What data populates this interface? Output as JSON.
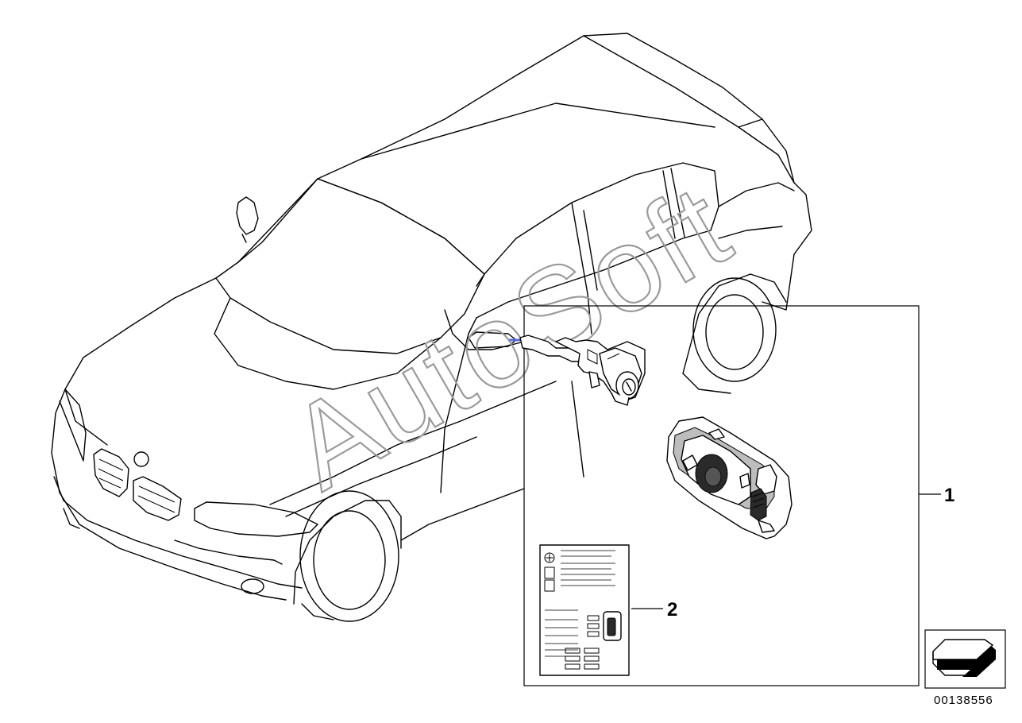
{
  "watermark": {
    "text": "AutoSoft"
  },
  "callouts": [
    {
      "id": "1",
      "label": "1"
    },
    {
      "id": "2",
      "label": "2"
    }
  ],
  "reference_number": "00138556",
  "colors": {
    "line": "#000000",
    "watermark": "#9a9a9a",
    "background": "#ffffff",
    "marker": "#5566dd"
  },
  "icons": {
    "vehicle": "car-outline-icon",
    "lock_cylinder": "lock-cylinder-icon",
    "key_fob": "key-fob-icon",
    "manual": "document-icon",
    "orientation": "arrow-icon"
  }
}
